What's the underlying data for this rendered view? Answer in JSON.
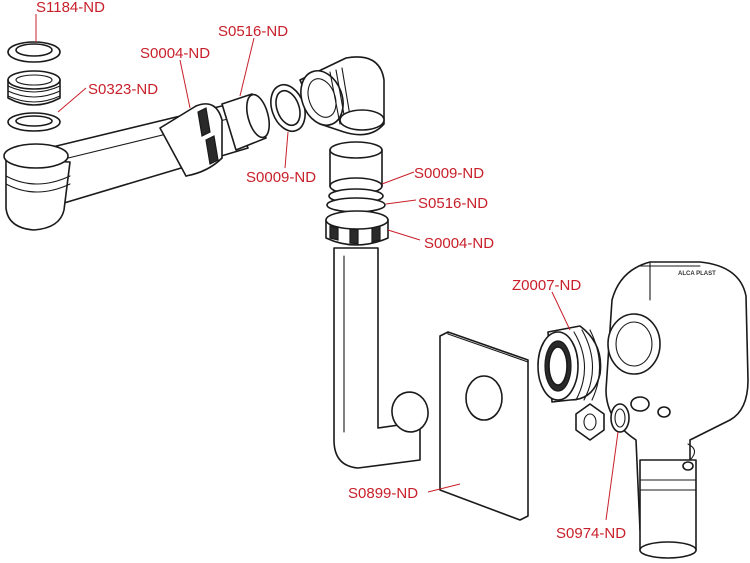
{
  "brand_mark": "ALCA PLAST",
  "colors": {
    "label": "#c8202a",
    "line": "#1a1a1a"
  },
  "labels": {
    "s1184": "S1184-ND",
    "s0516_top": "S0516-ND",
    "s0004_top": "S0004-ND",
    "s0323": "S0323-ND",
    "s0009_top": "S0009-ND",
    "s0009_mid": "S0009-ND",
    "s0516_mid": "S0516-ND",
    "s0004_mid": "S0004-ND",
    "z0007": "Z0007-ND",
    "s0899": "S0899-ND",
    "s0974": "S0974-ND"
  }
}
